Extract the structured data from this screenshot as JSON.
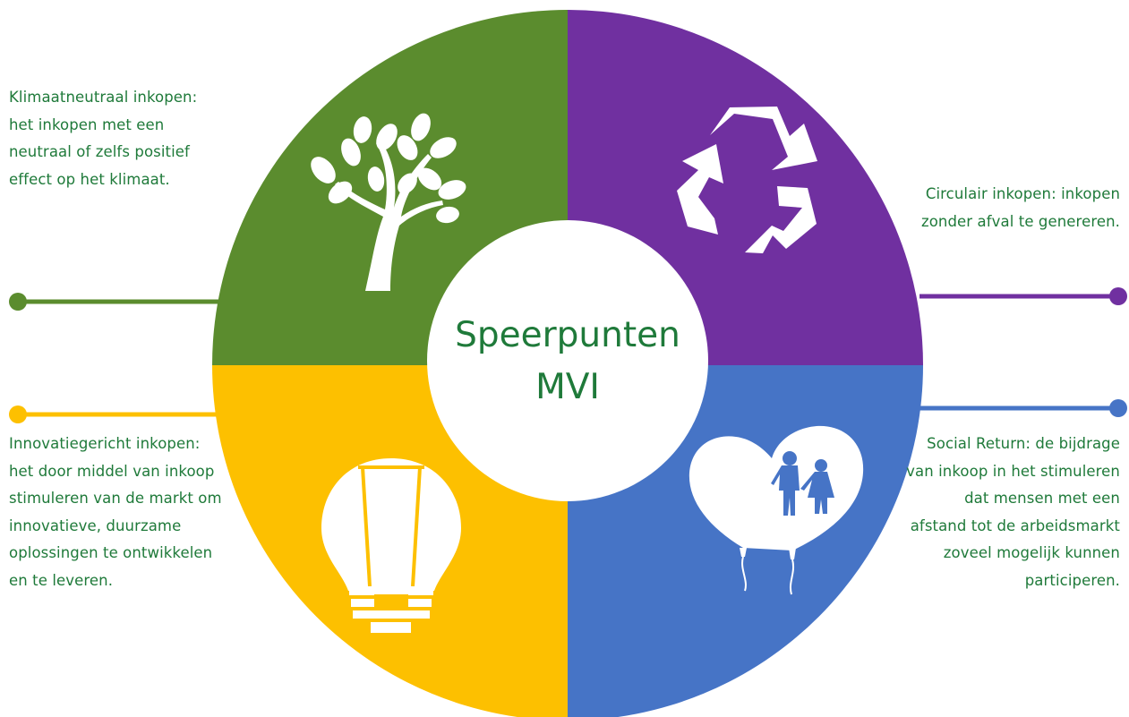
{
  "center": {
    "line1": "Speerpunten",
    "line2": "MVI"
  },
  "colors": {
    "green": "#5b8c2e",
    "purple": "#7030a0",
    "yellow": "#fdc000",
    "blue": "#4674c6",
    "text": "#1f7a3a",
    "white": "#ffffff"
  },
  "quadrants": [
    {
      "id": "climate",
      "color": "green",
      "icon": "tree-icon",
      "text": "Klimaatneutraal inkopen: het inkopen met een neutraal of zelfs positief effect op het klimaat."
    },
    {
      "id": "circular",
      "color": "purple",
      "icon": "recycle-icon",
      "text": "Circulair inkopen: inkopen zonder afval te genereren."
    },
    {
      "id": "innovation",
      "color": "yellow",
      "icon": "lightbulb-icon",
      "text": "Innovatiegericht inkopen: het door middel van inkoop stimuleren van de markt om innovatieve, duurzame oplossingen te ontwikkelen en te leveren."
    },
    {
      "id": "social",
      "color": "blue",
      "icon": "balloons-children-icon",
      "text": "Social Return: de bijdrage van inkoop in het stimuleren dat mensen met een afstand tot de arbeidsmarkt zoveel mogelijk kunnen participeren."
    }
  ]
}
